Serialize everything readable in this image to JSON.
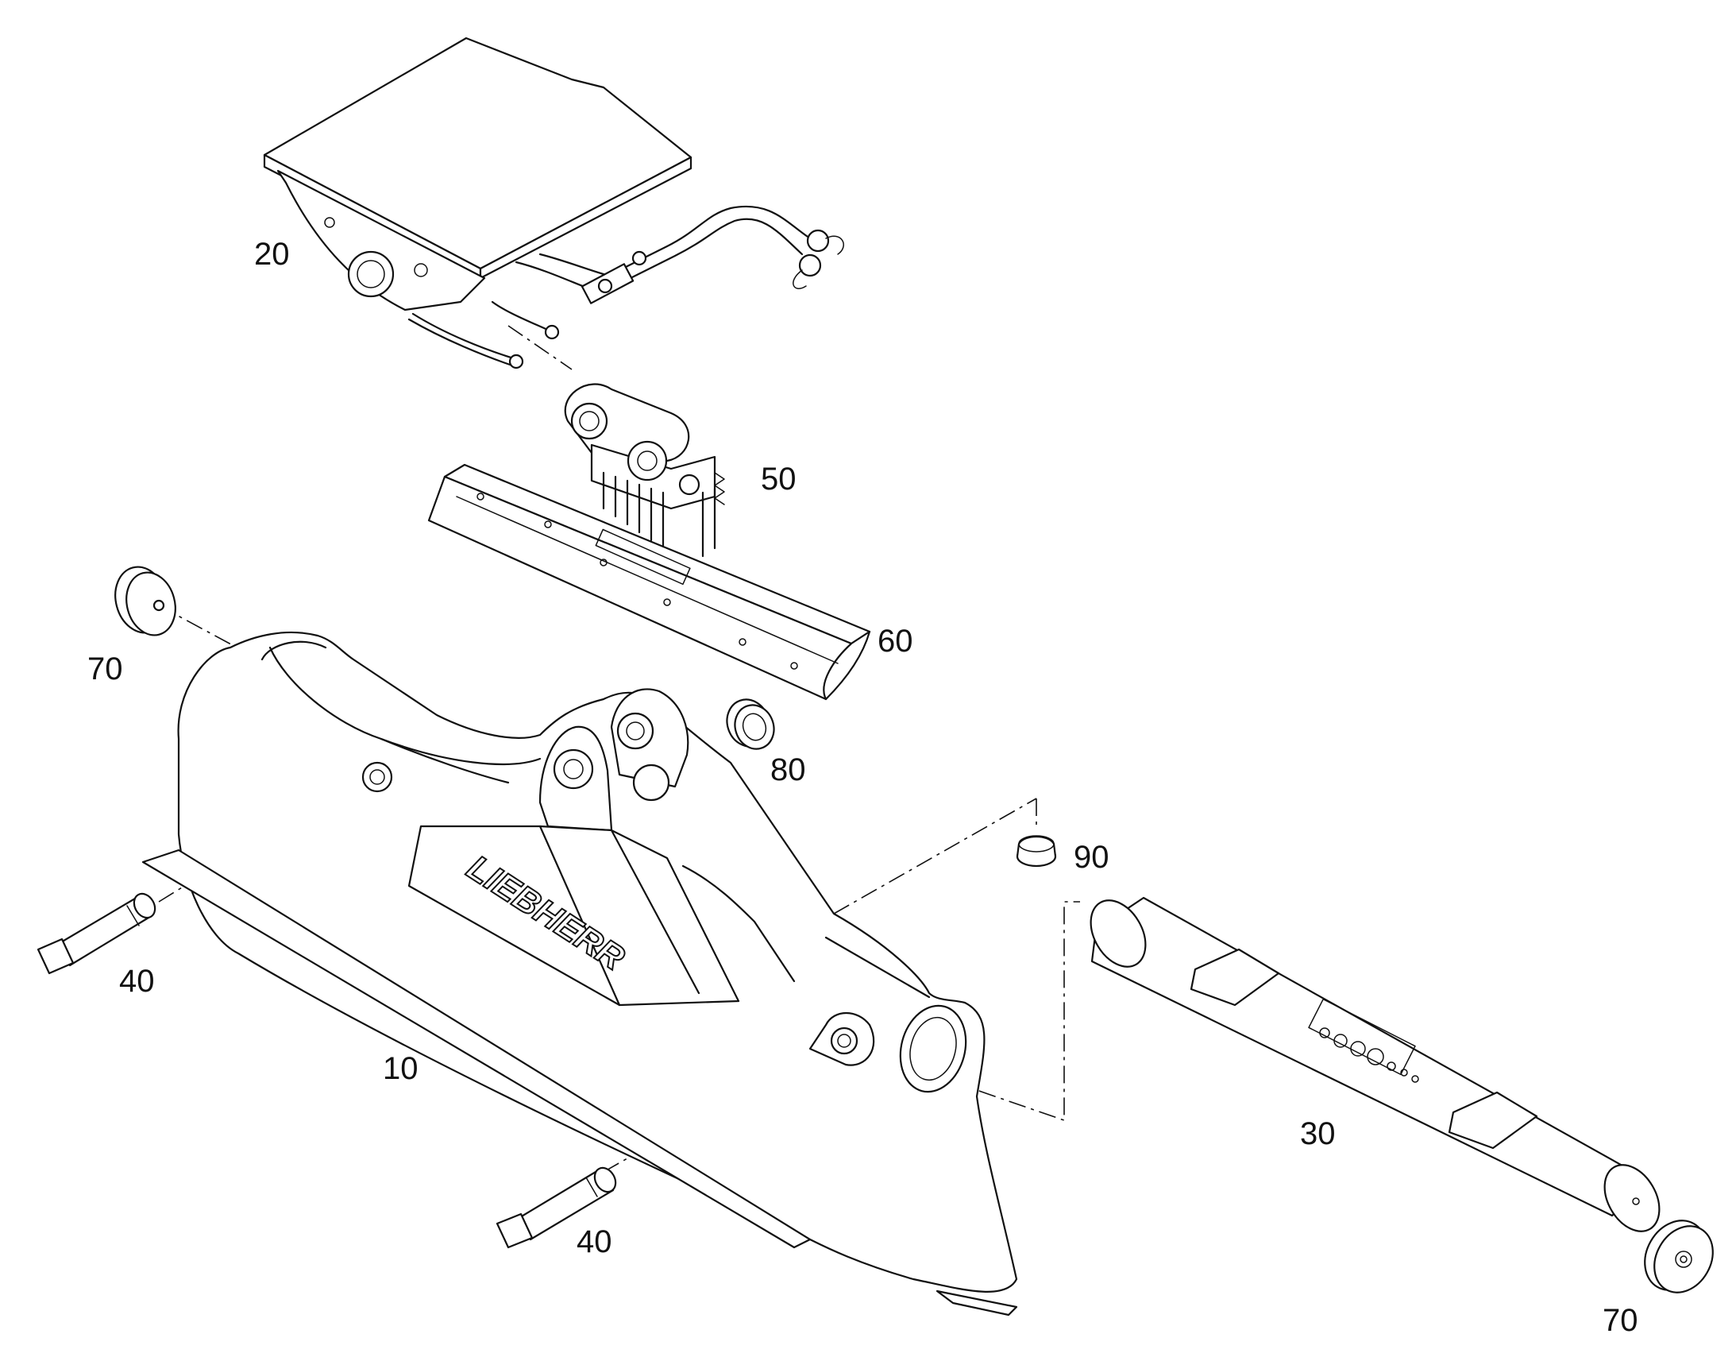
{
  "diagram": {
    "brand_label": "LIEBHERR",
    "callouts": {
      "c10": "10",
      "c20": "20",
      "c30": "30",
      "c40_upper": "40",
      "c40_lower": "40",
      "c50": "50",
      "c60": "60",
      "c70_left": "70",
      "c70_right": "70",
      "c80": "80",
      "c90": "90"
    }
  }
}
